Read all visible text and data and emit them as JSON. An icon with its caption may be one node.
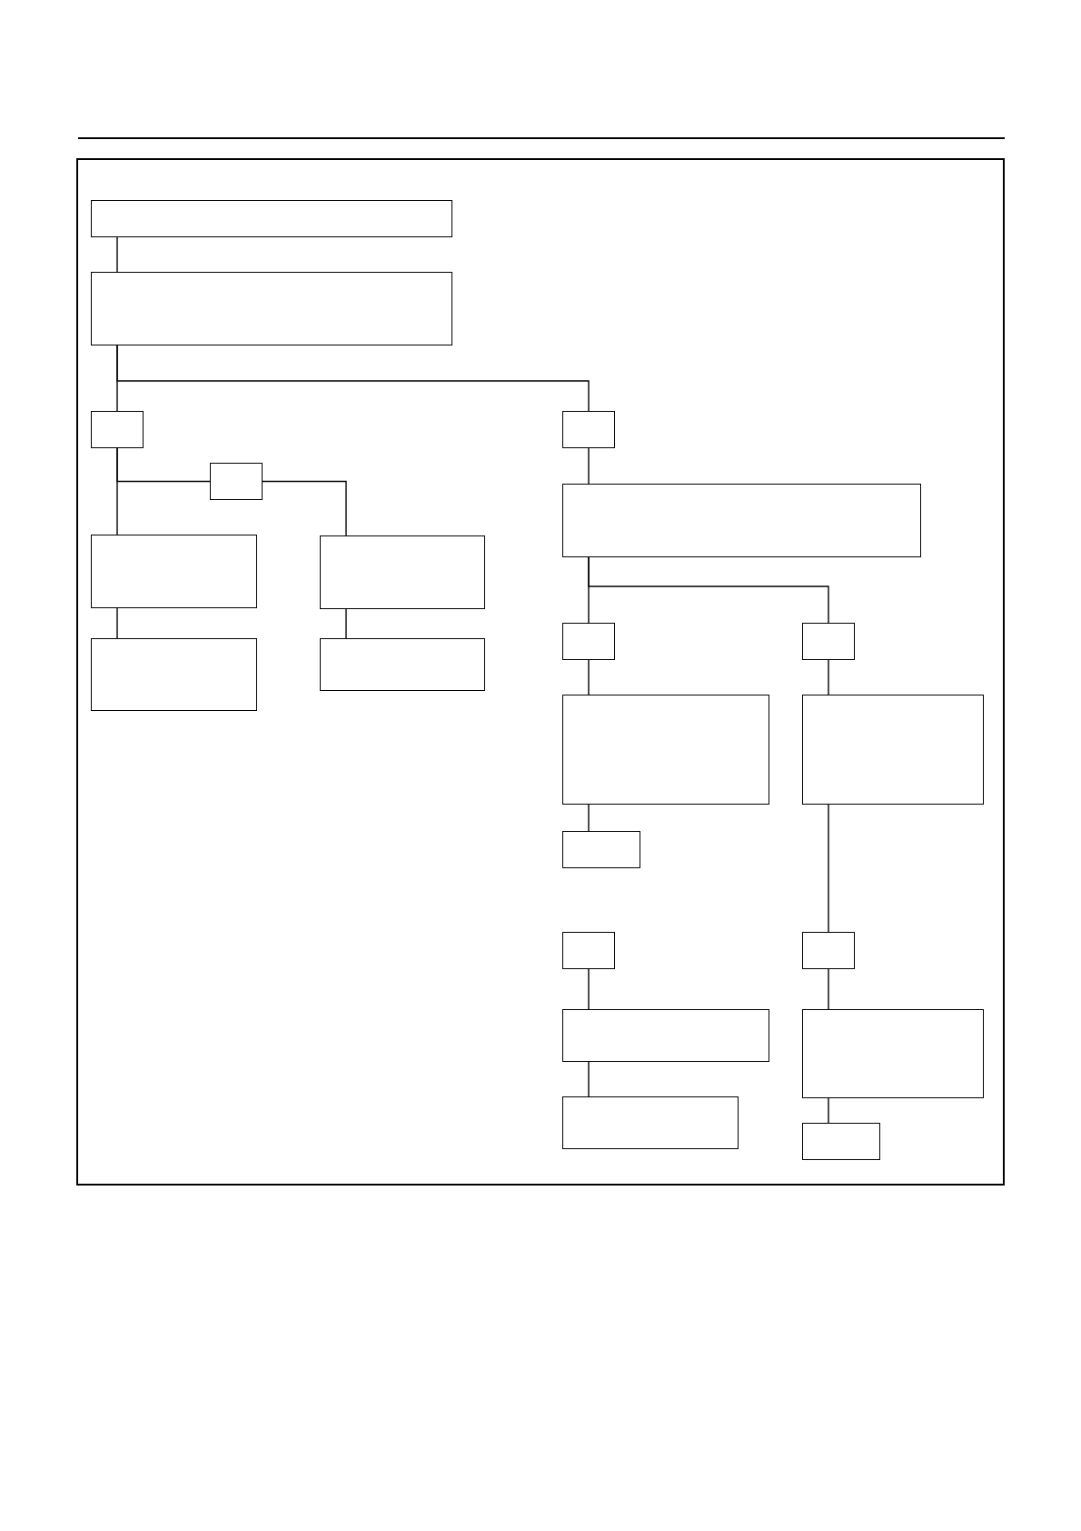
{
  "diagram": {
    "nodes": [
      {
        "text": [],
        "shape": "box"
      },
      {
        "text": [],
        "shape": "box"
      },
      {
        "text": [],
        "shape": "box"
      },
      {
        "text": [],
        "shape": "box"
      },
      {
        "text": [],
        "shape": "box"
      },
      {
        "text": [],
        "shape": "box"
      },
      {
        "text": [],
        "shape": "box"
      },
      {
        "text": [],
        "shape": "box"
      },
      {
        "text": [],
        "shape": "box"
      },
      {
        "text": [],
        "shape": "box"
      },
      {
        "text": [],
        "shape": "box"
      },
      {
        "text": [],
        "shape": "box"
      },
      {
        "text": [],
        "shape": "box"
      },
      {
        "text": [],
        "shape": "box"
      },
      {
        "text": [],
        "shape": "box"
      },
      {
        "text": [],
        "shape": "box"
      },
      {
        "text": [],
        "shape": "box"
      },
      {
        "text": [],
        "shape": "box"
      },
      {
        "text": [],
        "shape": "box"
      },
      {
        "text": [],
        "shape": "box"
      },
      {
        "text": [],
        "shape": "box"
      }
    ],
    "edges": [
      {
        "from": 0,
        "to": 1,
        "arrow": "none"
      },
      {
        "from": 1,
        "to": 2,
        "arrow": "none"
      },
      {
        "from": 1,
        "to": 3,
        "arrow": "none"
      },
      {
        "from": 2,
        "to": 4,
        "arrow": "none"
      },
      {
        "from": 2,
        "to": 6,
        "arrow": "none"
      },
      {
        "from": 4,
        "to": 7,
        "arrow": "none"
      },
      {
        "from": 3,
        "to": 5,
        "arrow": "none"
      },
      {
        "from": 5,
        "to": 8,
        "arrow": "none"
      },
      {
        "from": 5,
        "to": 9,
        "arrow": "none"
      },
      {
        "from": 6,
        "to": 10,
        "arrow": "none"
      },
      {
        "from": 7,
        "to": 11,
        "arrow": "none"
      },
      {
        "from": 8,
        "to": 12,
        "arrow": "none"
      },
      {
        "from": 9,
        "to": 13,
        "arrow": "none"
      },
      {
        "from": 12,
        "to": 14,
        "arrow": "none"
      },
      {
        "from": 13,
        "to": 16,
        "arrow": "none"
      },
      {
        "from": 15,
        "to": 17,
        "arrow": "none"
      },
      {
        "from": 16,
        "to": 18,
        "arrow": "none"
      },
      {
        "from": 17,
        "to": 19,
        "arrow": "none"
      },
      {
        "from": 18,
        "to": 20,
        "arrow": "none"
      }
    ]
  }
}
